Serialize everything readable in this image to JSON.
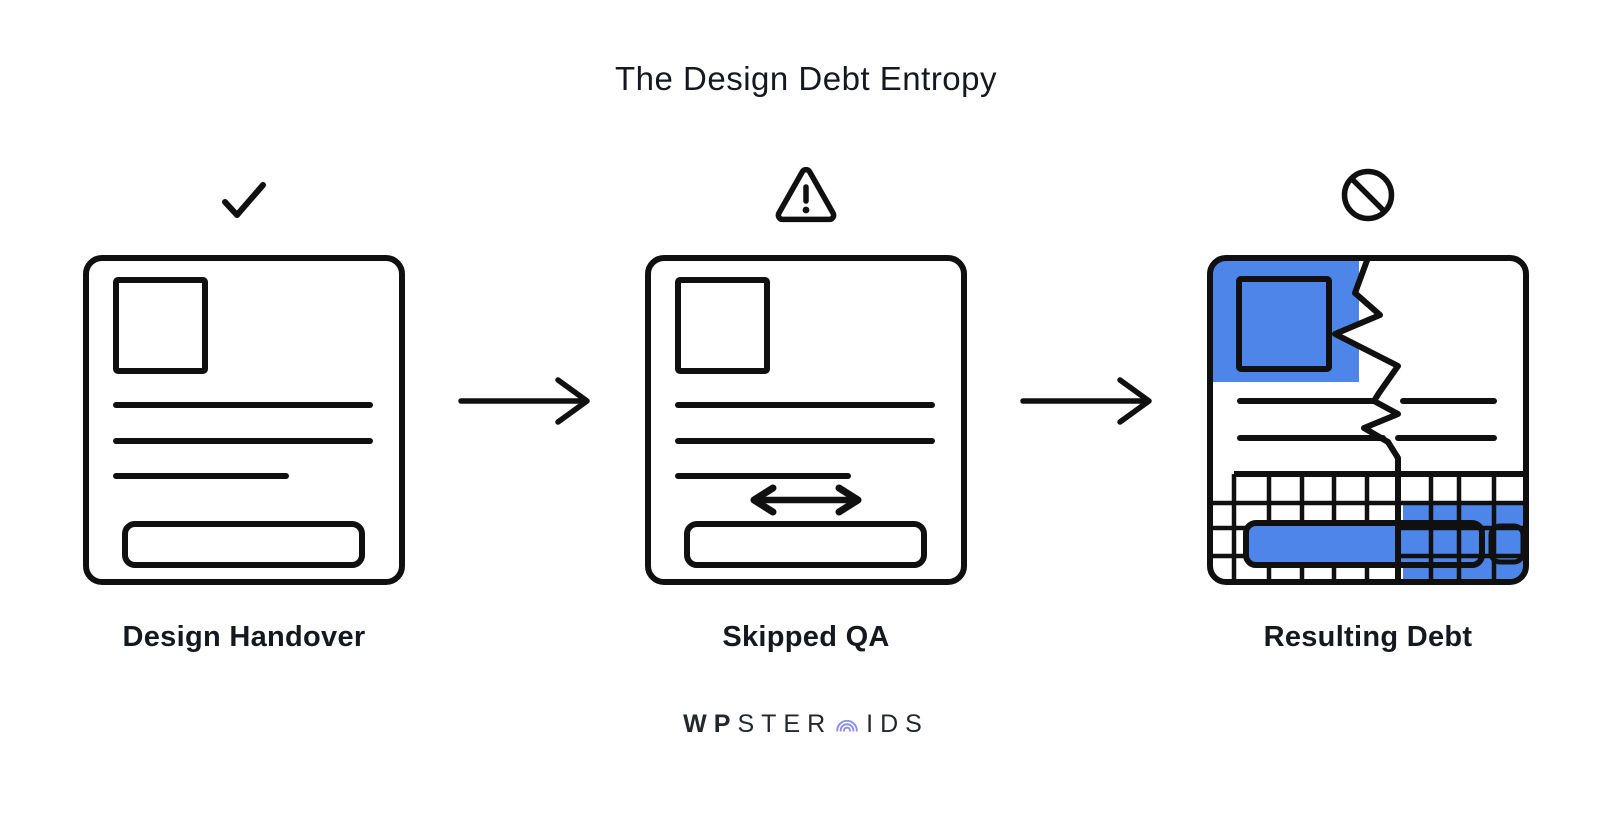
{
  "title": "The Design Debt Entropy",
  "steps": [
    {
      "id": "design-handover",
      "status_icon": "check-icon",
      "label": "Design Handover"
    },
    {
      "id": "skipped-qa",
      "status_icon": "warning-icon",
      "label": "Skipped QA"
    },
    {
      "id": "resulting-debt",
      "status_icon": "blocked-icon",
      "label": "Resulting Debt"
    }
  ],
  "connectors": [
    {
      "icon": "arrow-right-icon"
    },
    {
      "icon": "arrow-right-icon"
    }
  ],
  "logo": {
    "prefix": "WP",
    "mid": "STER",
    "o_icon": "arcs-o-icon",
    "suffix": "IDS"
  },
  "colors": {
    "accent_blue": "#4d86e8",
    "line_black": "#101010",
    "text": "#15181e",
    "logo_arc": "#8b8ff0",
    "logo_text": "#23262d"
  }
}
